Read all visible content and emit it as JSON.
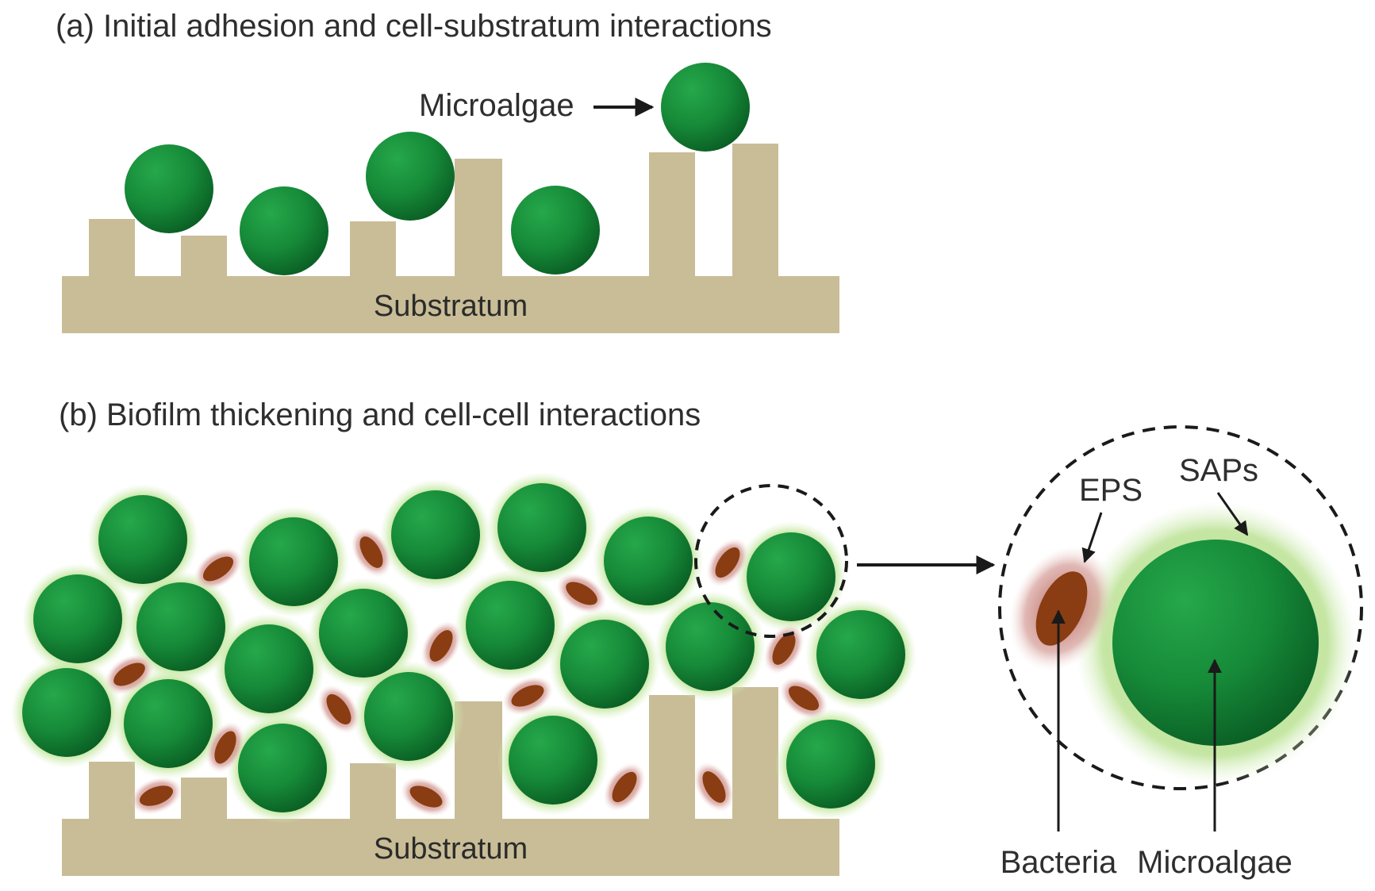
{
  "panel_a": {
    "title": "(a) Initial adhesion and cell-substratum interactions",
    "substratum_label": "Substratum",
    "microalgae_label": "Microalgae"
  },
  "panel_b": {
    "title": "(b) Biofilm thickening and cell-cell interactions",
    "substratum_label": "Substratum"
  },
  "zoom_inset": {
    "eps_label": "EPS",
    "saps_label": "SAPs",
    "bacteria_label": "Bacteria",
    "microalgae_label": "Microalgae"
  },
  "colors": {
    "substratum": "#c9bd97",
    "cell_light": "#22a246",
    "cell_dark": "#0a5e24",
    "halo": "#a6d97a",
    "bacteria": "#8a3d12",
    "eps_glow": "#b2534b",
    "text": "#2e2e2e"
  }
}
